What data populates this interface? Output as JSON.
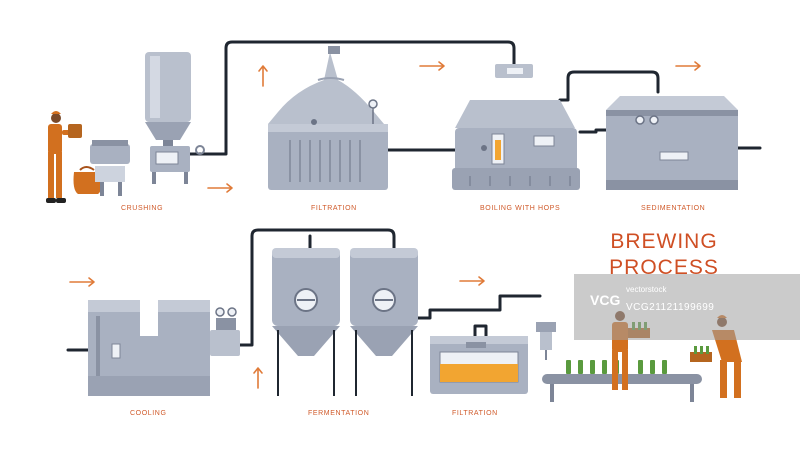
{
  "title": {
    "line1": "BREWING",
    "line2": "PROCESS"
  },
  "stages": {
    "crushing": "CRUSHING",
    "filtration_top": "FILTRATION",
    "boiling": "BOILING WITH HOPS",
    "sedimentation": "SEDIMENTATION",
    "cooling": "COOLING",
    "fermentation": "FERMENTATION",
    "filtration_bottom": "FILTRATION"
  },
  "watermark": {
    "logo": "VCG",
    "domain": "vectorstock",
    "id": "VCG21121199699"
  },
  "colors": {
    "accent": "#cf4f24",
    "arrow": "#e07b39",
    "pipe": "#1f2630",
    "metal": "#a9b1c1",
    "metal_dark": "#7d8597",
    "metal_light": "#cdd3de",
    "beer": "#f2a531",
    "worker_overalls": "#d2701f",
    "bottle": "#5a9a3e"
  }
}
